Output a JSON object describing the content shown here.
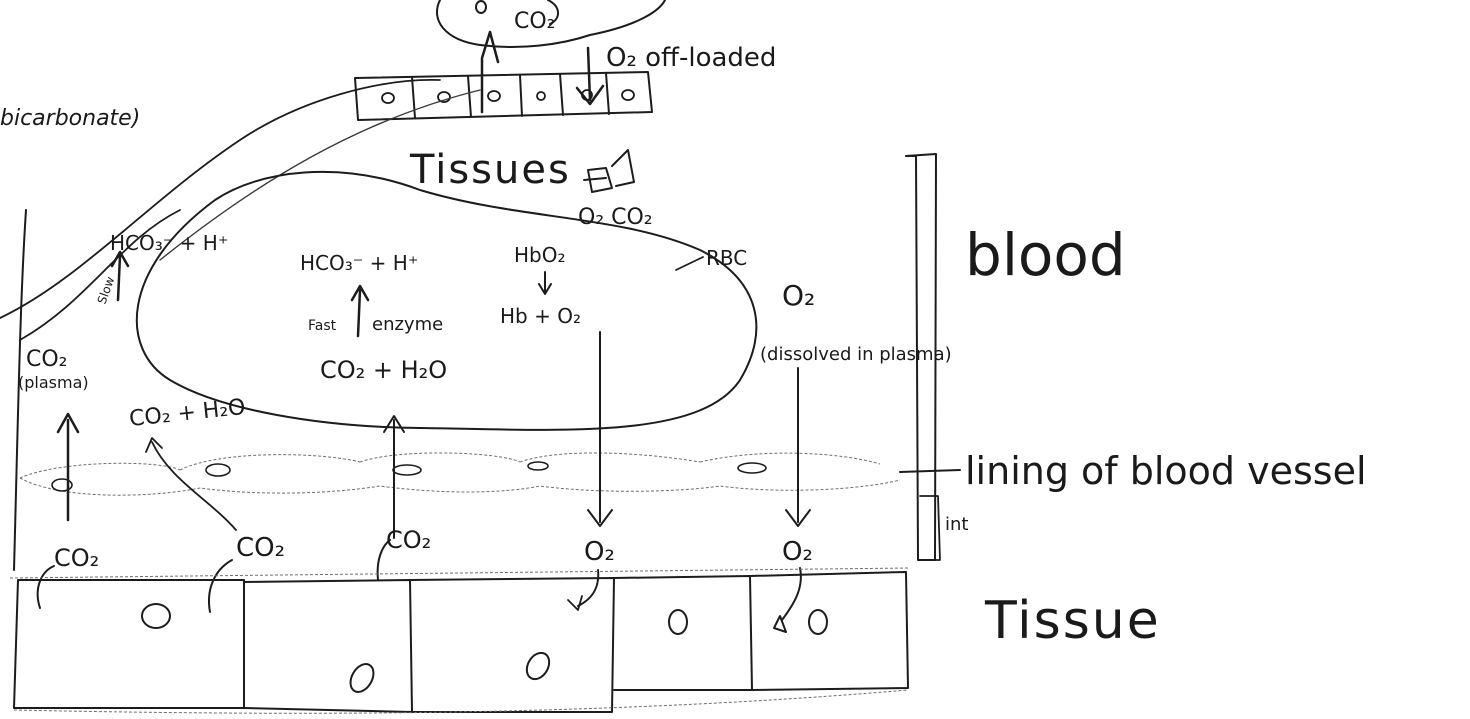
{
  "labels": {
    "co2_top": "CO₂",
    "o2_offloaded": "O₂ off-loaded",
    "bicarbonate": "bicarbonate)",
    "tissues": "Tissues",
    "o2_co2_exchange": "O₂ CO₂",
    "hco3_plasma": "HCO₃⁻ + H⁺",
    "hco3_rbc": "HCO₃⁻ + H⁺",
    "slow": "Slow",
    "fast": "Fast",
    "enzyme": "enzyme",
    "co2_h2o_rbc": "CO₂ + H₂O",
    "co2_plasma": "CO₂",
    "plasma_paren": "(plasma)",
    "co2_h2o_plasma": "CO₂ + H₂O",
    "hbo2": "HbO₂",
    "hb_o2": "Hb + O₂",
    "rbc": "RBC",
    "o2_dissolved": "O₂",
    "dissolved_in_plasma": "(dissolved in plasma)",
    "blood": "blood",
    "lining": "lining of blood vessel",
    "int": "int",
    "co2_1": "CO₂",
    "co2_2": "CO₂",
    "co2_3": "CO₂",
    "o2_1": "O₂",
    "o2_2": "O₂",
    "tissue": "Tissue"
  }
}
